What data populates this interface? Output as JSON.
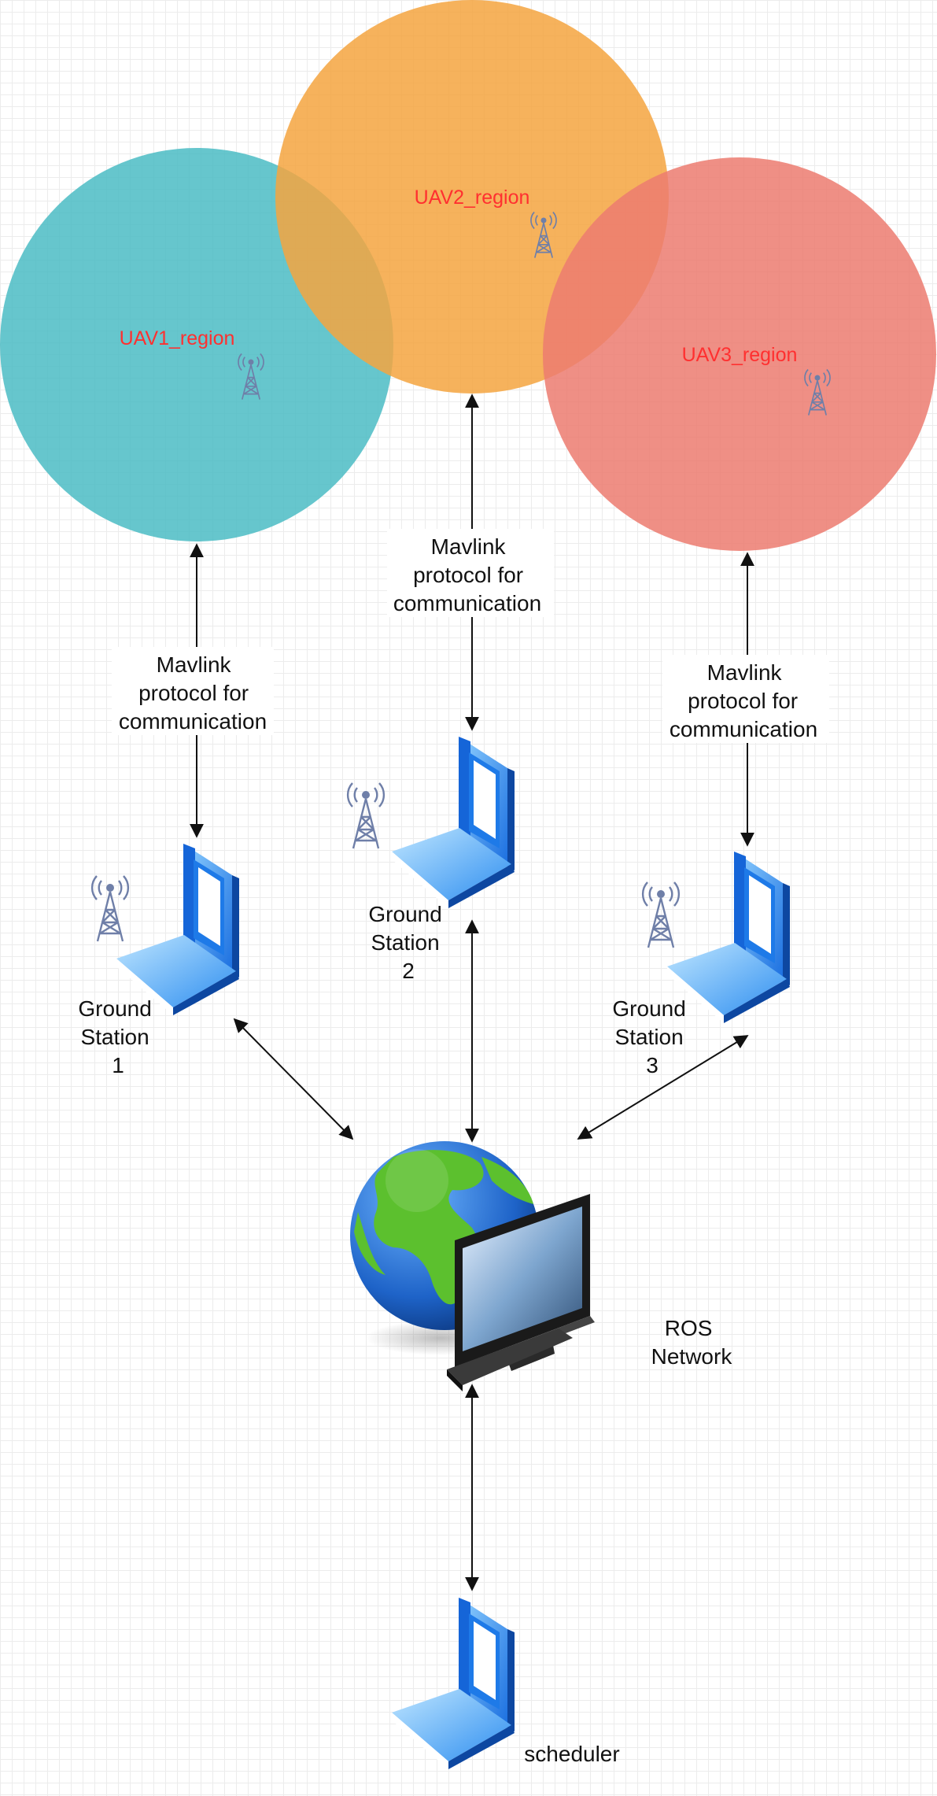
{
  "regions": [
    {
      "id": "uav1",
      "label": "UAV1_region",
      "color": "#4bbcc4"
    },
    {
      "id": "uav2",
      "label": "UAV2_region",
      "color": "#f4a540"
    },
    {
      "id": "uav3",
      "label": "UAV3_region",
      "color": "#ec7b70"
    }
  ],
  "edges": {
    "uav1_gs1": [
      "Mavlink",
      "protocol for",
      "communication"
    ],
    "uav2_gs2": [
      "Mavlink",
      "protocol for",
      "communication"
    ],
    "uav3_gs3": [
      "Mavlink",
      "protocol for",
      "communication"
    ]
  },
  "nodes": {
    "gs1": [
      "Ground",
      "Station",
      "1"
    ],
    "gs2": [
      "Ground",
      "Station",
      "2"
    ],
    "gs3": [
      "Ground",
      "Station",
      "3"
    ],
    "ros": [
      "ROS",
      "Network"
    ],
    "scheduler": "scheduler"
  },
  "icons": {
    "tower": "radio-tower-icon",
    "laptop": "laptop-icon",
    "globe": "globe-icon",
    "monitor": "monitor-icon"
  },
  "colors": {
    "region_label": "#ff3030",
    "tower": "#6f7fa8",
    "laptop_blue": "#2f8cf0",
    "arrow": "#111111"
  }
}
